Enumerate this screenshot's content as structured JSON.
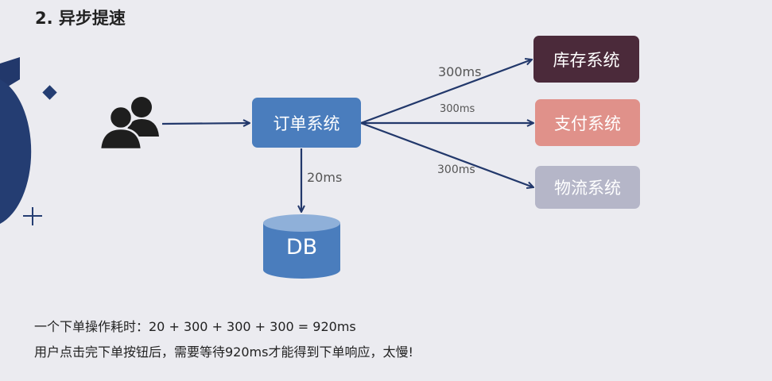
{
  "title": "2. 异步提速",
  "diagram": {
    "order_system": "订单系统",
    "inventory_system": "库存系统",
    "payment_system": "支付系统",
    "logistics_system": "物流系统",
    "db": "DB",
    "labels": {
      "inventory": "300ms",
      "payment": "300ms",
      "logistics": "300ms",
      "db": "20ms"
    }
  },
  "notes": {
    "line1": "一个下单操作耗时：20 + 300 + 300 + 300 = 920ms",
    "line2": "用户点击完下单按钮后，需要等待920ms才能得到下单响应，太慢!"
  },
  "colors": {
    "arrow": "#22386b",
    "order": "#4a7dbd",
    "inventory": "#4b2a3a",
    "payment": "#e0918a",
    "logistics": "#b5b6c8",
    "db": "#4a7dbd"
  },
  "icons": [
    "users-icon"
  ]
}
